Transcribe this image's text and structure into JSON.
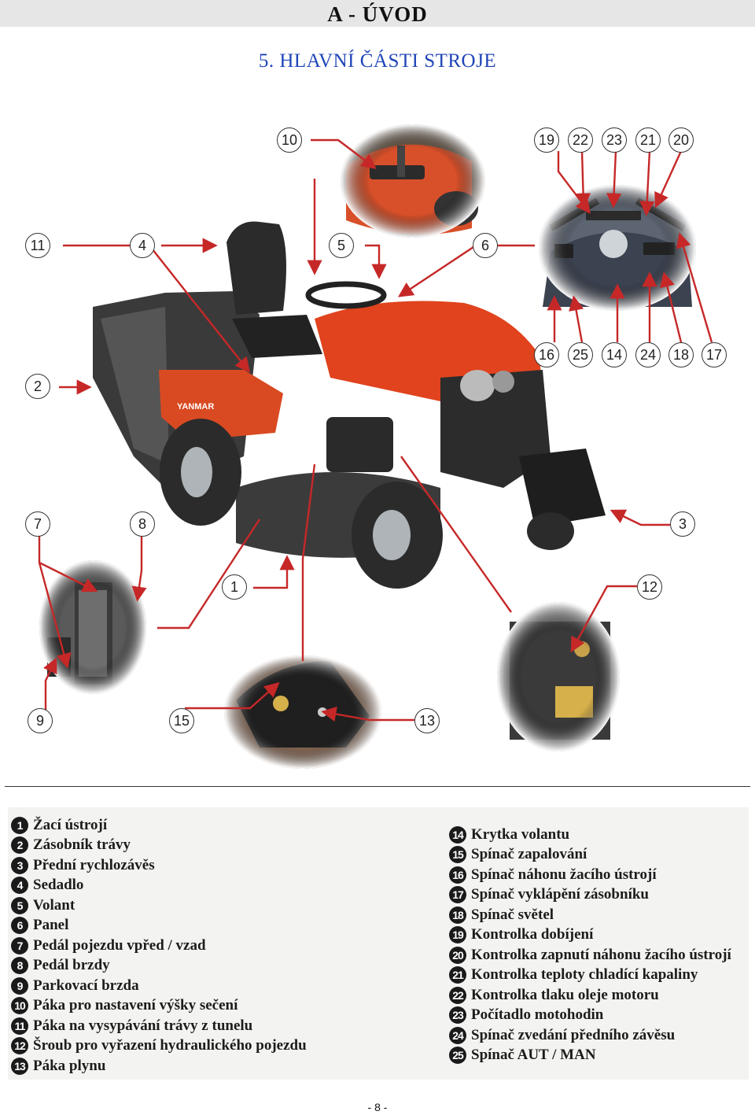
{
  "header": {
    "title": "A - ÚVOD"
  },
  "section": {
    "title": "5. HLAVNÍ ČÁSTI STROJE"
  },
  "figure": {
    "callouts": {
      "c1": "1",
      "c2": "2",
      "c3": "3",
      "c4": "4",
      "c5": "5",
      "c6": "6",
      "c7": "7",
      "c8": "8",
      "c9": "9",
      "c10": "10",
      "c11": "11",
      "c12": "12",
      "c13": "13",
      "c14": "14",
      "c15": "15",
      "c16": "16",
      "c17": "17",
      "c18": "18",
      "c19": "19",
      "c20": "20",
      "c21": "21",
      "c22": "22",
      "c23": "23",
      "c24": "24",
      "c25": "25"
    },
    "brand_text": "YANMAR",
    "accent_color": "#e0431d",
    "arrow_color": "#c62828"
  },
  "legend": {
    "left": [
      {
        "num": "1",
        "text": "Žací ústrojí"
      },
      {
        "num": "2",
        "text": "Zásobník trávy"
      },
      {
        "num": "3",
        "text": "Přední rychlozávěs"
      },
      {
        "num": "4",
        "text": "Sedadlo"
      },
      {
        "num": "5",
        "text": "Volant"
      },
      {
        "num": "6",
        "text": "Panel"
      },
      {
        "num": "7",
        "text": "Pedál pojezdu vpřed / vzad"
      },
      {
        "num": "8",
        "text": "Pedál brzdy"
      },
      {
        "num": "9",
        "text": "Parkovací brzda"
      },
      {
        "num": "10",
        "text": "Páka pro nastavení výšky sečení"
      },
      {
        "num": "11",
        "text": "Páka na vysypávání trávy z tunelu"
      },
      {
        "num": "12",
        "text": "Šroub pro vyřazení hydraulického pojezdu"
      },
      {
        "num": "13",
        "text": "Páka plynu"
      }
    ],
    "right": [
      {
        "num": "14",
        "text": "Krytka volantu"
      },
      {
        "num": "15",
        "text": "Spínač zapalování"
      },
      {
        "num": "16",
        "text": "Spínač náhonu žacího  ústrojí"
      },
      {
        "num": "17",
        "text": "Spínač vyklápění zásobníku"
      },
      {
        "num": "18",
        "text": "Spínač světel"
      },
      {
        "num": "19",
        "text": "Kontrolka dobíjení"
      },
      {
        "num": "20",
        "text": "Kontrolka zapnutí náhonu žacího ústrojí"
      },
      {
        "num": "21",
        "text": "Kontrolka teploty chladící kapaliny"
      },
      {
        "num": "22",
        "text": "Kontrolka tlaku oleje motoru"
      },
      {
        "num": "23",
        "text": "Počítadlo motohodin"
      },
      {
        "num": "24",
        "text": "Spínač zvedání předního závěsu"
      },
      {
        "num": "25",
        "text": "Spínač AUT / MAN"
      }
    ]
  },
  "footer": {
    "page": "- 8 -"
  }
}
